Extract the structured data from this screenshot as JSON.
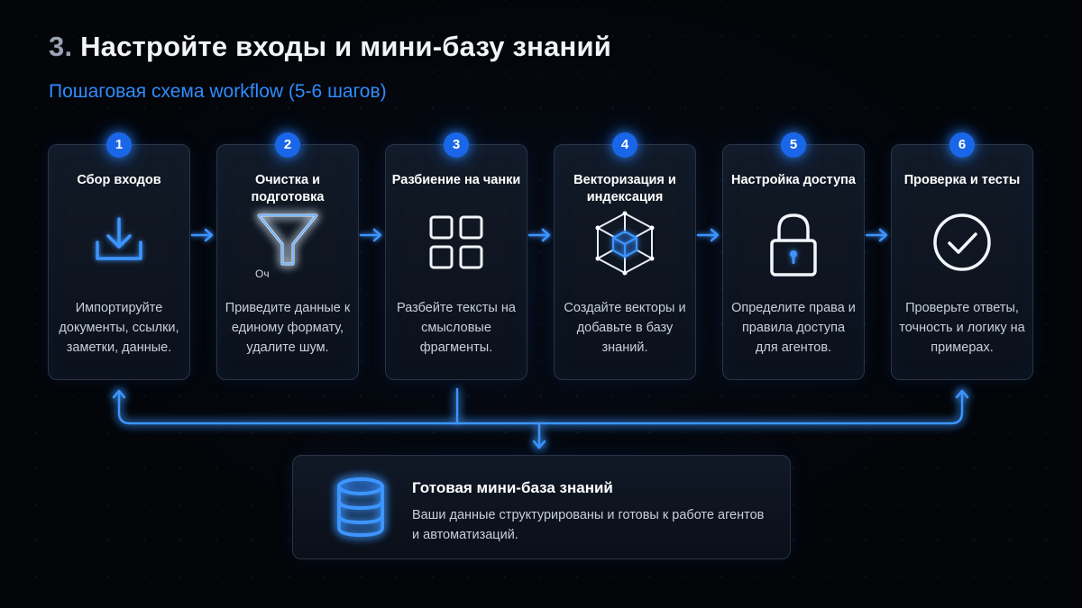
{
  "header": {
    "number": "3.",
    "title": "Настройте входы и мини-базу знаний",
    "subtitle": "Пошаговая схема workflow (5-6 шагов)"
  },
  "steps": [
    {
      "number": "1",
      "title": "Сбор входов",
      "icon": "download-tray-icon",
      "caption": "",
      "description": "Импортируйте документы, ссылки, заметки, данные."
    },
    {
      "number": "2",
      "title": "Очистка и подготовка",
      "icon": "funnel-icon",
      "caption": "Оч",
      "description": "Приведите данные к единому формату, удалите шум."
    },
    {
      "number": "3",
      "title": "Разбиение на чанки",
      "icon": "grid-icon",
      "caption": "",
      "description": "Разбейте тексты на смысловые фрагменты."
    },
    {
      "number": "4",
      "title": "Векторизация и индексация",
      "icon": "cube-network-icon",
      "caption": "",
      "description": "Создайте векторы и добавьте в базу знаний."
    },
    {
      "number": "5",
      "title": "Настройка доступа",
      "icon": "padlock-icon",
      "caption": "",
      "description": "Определите права и правила доступа для агентов."
    },
    {
      "number": "6",
      "title": "Проверка и тесты",
      "icon": "check-circle-icon",
      "caption": "",
      "description": "Проверьте ответы, точность и логику на примерах."
    }
  ],
  "knowledge_base": {
    "icon": "database-icon",
    "title": "Готовая мини-база знаний",
    "description": "Ваши данные структурированы и готовы к работе агентов и автоматизаций."
  },
  "colors": {
    "accent": "#2f8cff",
    "badge": "#1a66e8",
    "background": "#030509",
    "card_border": "#2a3445"
  }
}
